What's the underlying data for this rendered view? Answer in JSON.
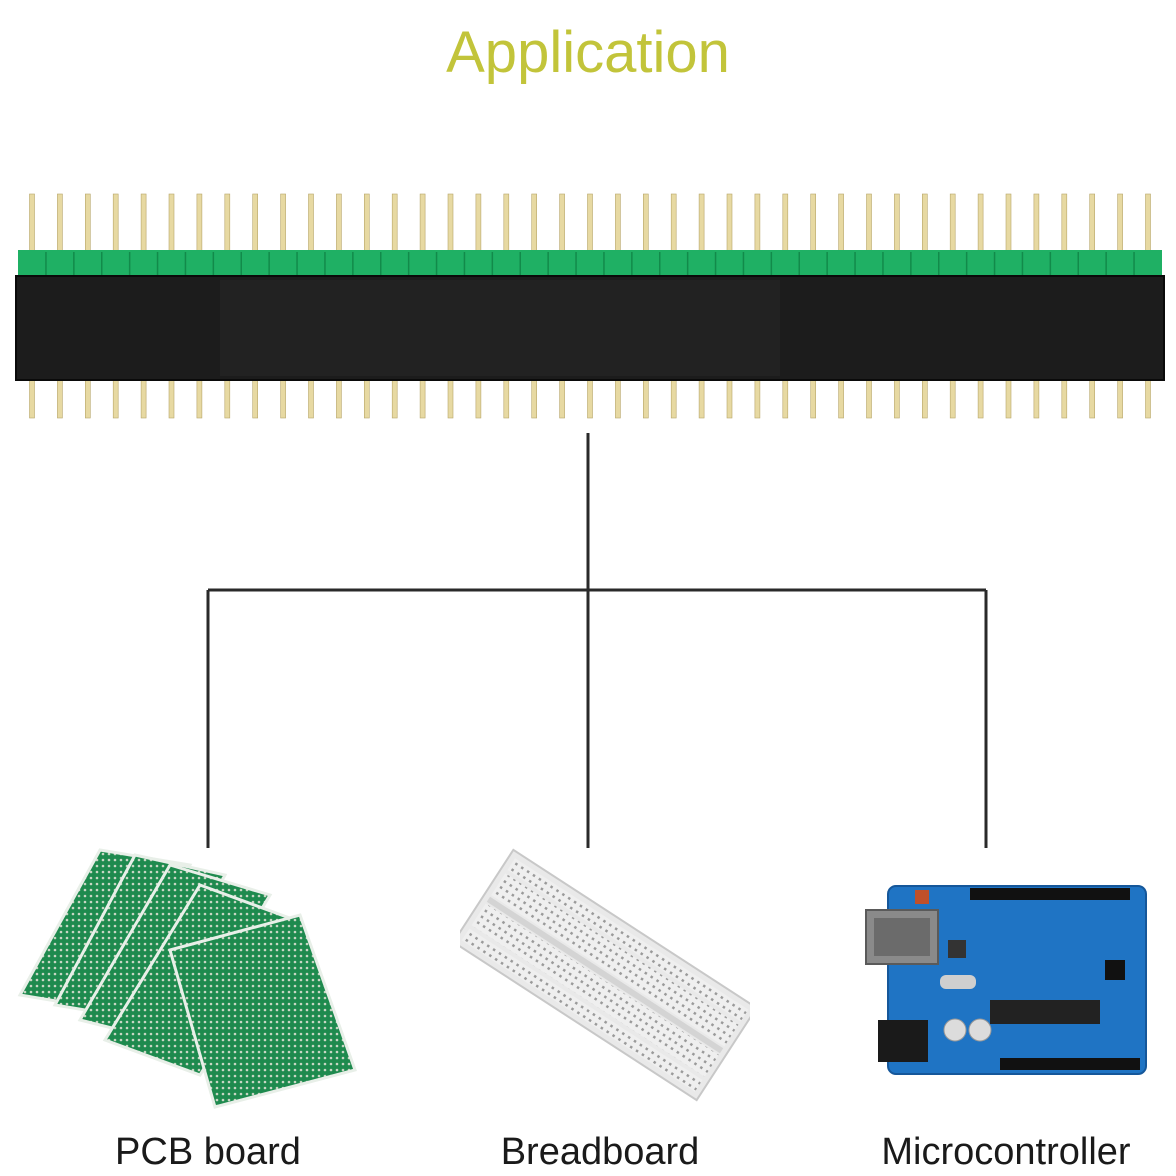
{
  "title": "Application",
  "colors": {
    "title": "#c2c43a",
    "pin": "#e7d9a2",
    "insulator_green": "#1fb064",
    "header_body": "#1c1c1c",
    "tree_line": "#2a2a2a",
    "pcb_green": "#1e8a4e",
    "breadboard": "#eeeeee",
    "arduino_blue": "#1f74c4"
  },
  "header": {
    "pin_count": 41
  },
  "products": [
    {
      "id": "pcb",
      "label": "PCB board",
      "icon": "pcb-board-icon"
    },
    {
      "id": "breadboard",
      "label": "Breadboard",
      "icon": "breadboard-icon"
    },
    {
      "id": "micro",
      "label": "Microcontroller",
      "icon": "microcontroller-board-icon"
    }
  ]
}
